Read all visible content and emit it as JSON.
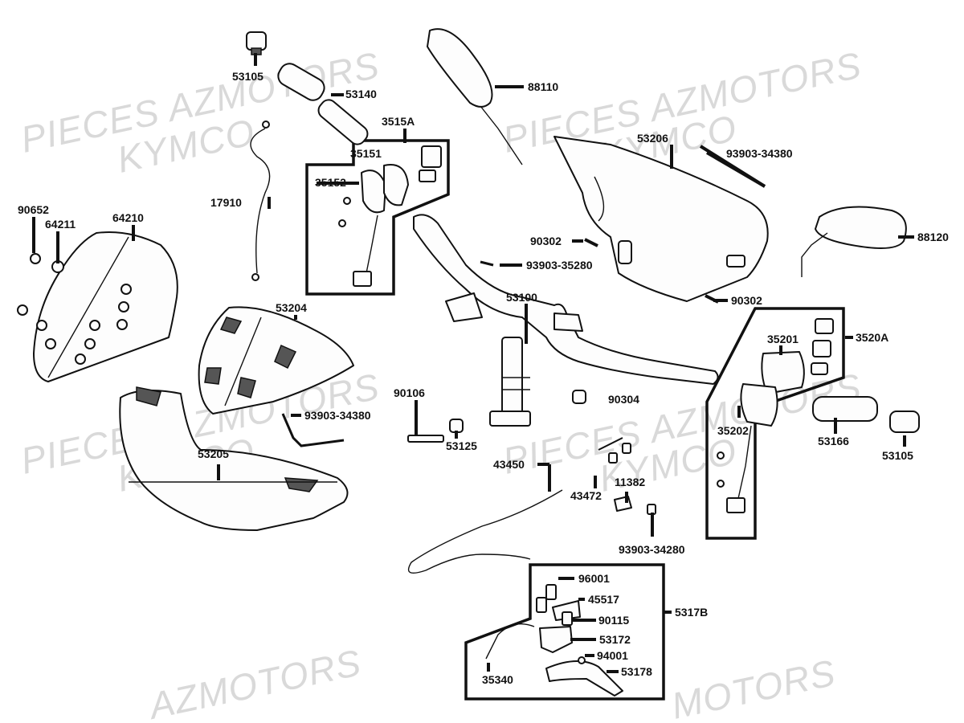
{
  "watermarks": [
    "PIECES AZMOTORS",
    "KYMCO",
    "PIECES AZMOTORS",
    "KYMCO",
    "PIECES AZMOTORS",
    "KYMCO",
    "PIECES AZMOTORS",
    "KYMCO",
    "AZMOTORS",
    "MOTORS"
  ],
  "labels": {
    "p53105a": "53105",
    "p53140": "53140",
    "p88110": "88110",
    "p3515A": "3515A",
    "p35151": "35151",
    "p35152": "35152",
    "p17910": "17910",
    "p53206": "53206",
    "p93903_34380a": "93903-34380",
    "p90652": "90652",
    "p64211": "64211",
    "p64210": "64210",
    "p90302a": "90302",
    "p88120": "88120",
    "p93903_35280": "93903-35280",
    "p53100": "53100",
    "p90302b": "90302",
    "p53204": "53204",
    "p35201": "35201",
    "p3520A": "3520A",
    "p90106": "90106",
    "p90304": "90304",
    "p93903_34380b": "93903-34380",
    "p53125": "53125",
    "p35202": "35202",
    "p53166": "53166",
    "p53205": "53205",
    "p53105b": "53105",
    "p43450": "43450",
    "p43472": "43472",
    "p11382": "11382",
    "p93903_34280": "93903-34280",
    "p96001": "96001",
    "p45517": "45517",
    "p5317B": "5317B",
    "p90115": "90115",
    "p53172": "53172",
    "p94001": "94001",
    "p35340": "35340",
    "p53178": "53178"
  }
}
